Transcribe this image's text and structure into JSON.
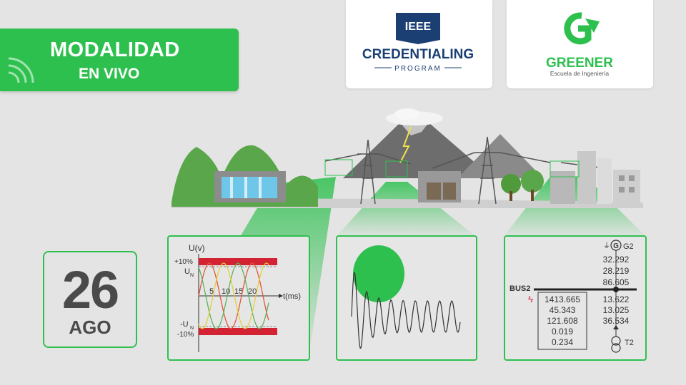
{
  "banner": {
    "title": "MODALIDAD",
    "subtitle": "EN VIVO"
  },
  "logos": {
    "ieee": {
      "top": "IEEE",
      "main": "CREDENTIALING",
      "bottom": "PROGRAM"
    },
    "greener": {
      "name": "GREENER",
      "tagline": "Escuela de Ingeniería"
    }
  },
  "date": {
    "day": "26",
    "month": "AGO"
  },
  "waveform_chart": {
    "ylabel": "U(v)",
    "xlabel": "t(ms)",
    "ticks": [
      "5",
      "10",
      "15",
      "20"
    ],
    "upper_limit": "+10%",
    "lower_limit": "-10%",
    "un_pos": "U",
    "un_neg": "-U",
    "un_sub": "N"
  },
  "oneline": {
    "generator": "G",
    "generator_label": "G2",
    "gen_values": [
      "32.292",
      "28.219",
      "86.605"
    ],
    "bus_label": "BUS2",
    "left_values": [
      "1413.665",
      "45.343",
      "121.608",
      "0.019",
      "0.234"
    ],
    "right_values": [
      "13.622",
      "13.025",
      "36.534"
    ],
    "transformer_label": "T2"
  },
  "colors": {
    "accent": "#2ec04f",
    "limit_band": "#d32232",
    "text": "#4a4a4a"
  }
}
